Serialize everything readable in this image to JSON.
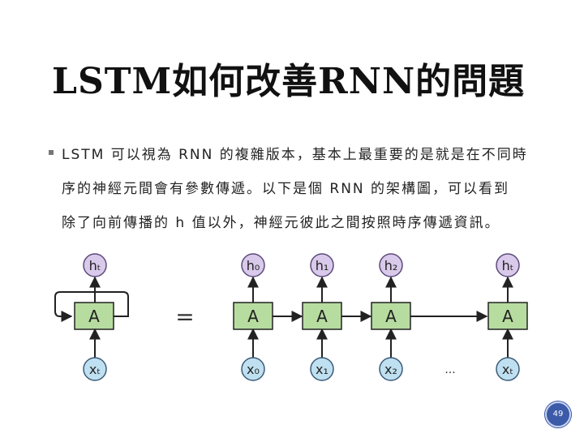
{
  "slide": {
    "title": "LSTM如何改善RNN的問題",
    "bullet_lines": [
      "LSTM 可以視為 RNN 的複雜版本，基本上最重要的是就是在不同時",
      "序的神經元間會有參數傳遞。以下是個 RNN 的架構圖，可以看到",
      "除了向前傳播的 h 值以外，神經元彼此之間按照時序傳遞資訊。"
    ],
    "page_number": "49"
  },
  "diagram": {
    "rolled": {
      "hidden": "hₜ",
      "cell": "A",
      "input": "xₜ"
    },
    "equals": "=",
    "unrolled": [
      {
        "hidden": "h₀",
        "cell": "A",
        "input": "x₀"
      },
      {
        "hidden": "h₁",
        "cell": "A",
        "input": "x₁"
      },
      {
        "hidden": "h₂",
        "cell": "A",
        "input": "x₂"
      },
      {
        "hidden": "hₜ",
        "cell": "A",
        "input": "xₜ"
      }
    ],
    "ellipsis": "...",
    "colors": {
      "hidden_fill": "#d9c9ea",
      "hidden_stroke": "#5b4a7a",
      "cell_fill": "#b7dca0",
      "cell_stroke": "#222222",
      "input_fill": "#bfe0f0",
      "input_stroke": "#3b5a78",
      "arrow": "#222222"
    }
  }
}
